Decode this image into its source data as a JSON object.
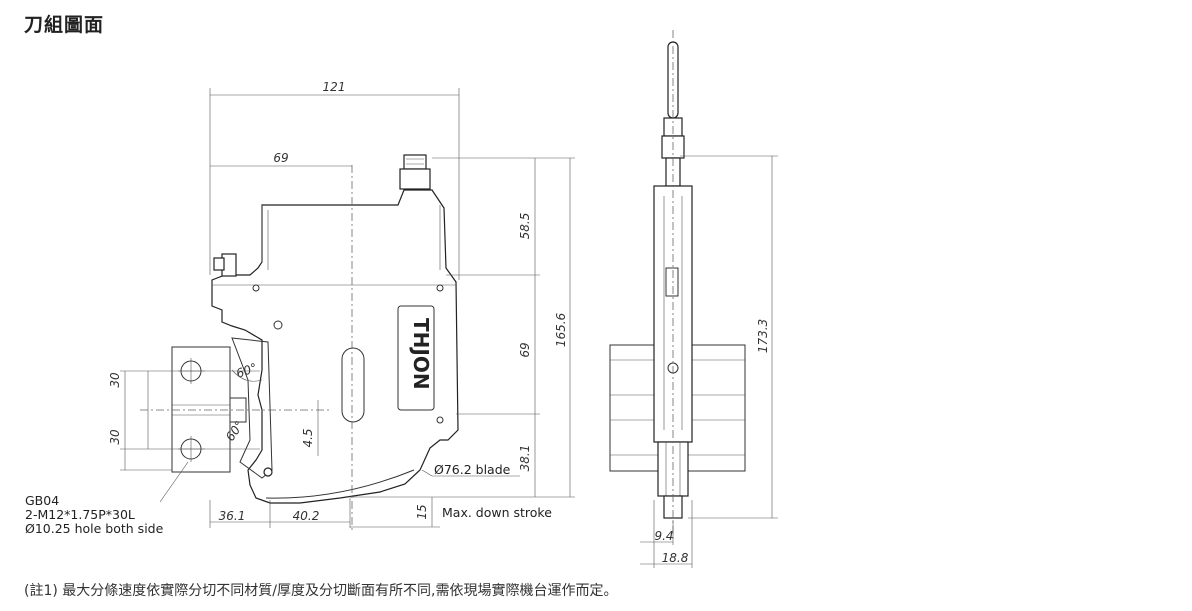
{
  "page": {
    "title": "刀組圖面",
    "footnote": "(註1) 最大分條速度依實際分切不同材質/厚度及分切斷面有所不同,需依現場實際機台運作而定。"
  },
  "drawing": {
    "front_view": {
      "dimensions": {
        "width_total": "121",
        "width_to_center": "69",
        "offset_left": "36.1",
        "offset_right": "40.2",
        "hole_spacing_top": "30",
        "hole_spacing_bottom": "30",
        "angle_top": "60°",
        "angle_bottom": "60°",
        "blade_offset": "4.5",
        "height_upper": "58.5",
        "height_middle": "69",
        "height_lower": "38.1",
        "height_total": "165.6",
        "down_stroke": "15"
      },
      "labels": {
        "mount_model": "GB04",
        "mount_screw": "2-M12*1.75P*30L",
        "mount_hole": "Ø10.25 hole both side",
        "blade": "Ø76.2 blade",
        "stroke": "Max. down stroke",
        "logo": "THJON"
      }
    },
    "side_view": {
      "dimensions": {
        "height_total": "173.3",
        "width_inner": "9.4",
        "width_outer": "18.8"
      }
    },
    "line_color": "#222222",
    "background": "#ffffff"
  }
}
